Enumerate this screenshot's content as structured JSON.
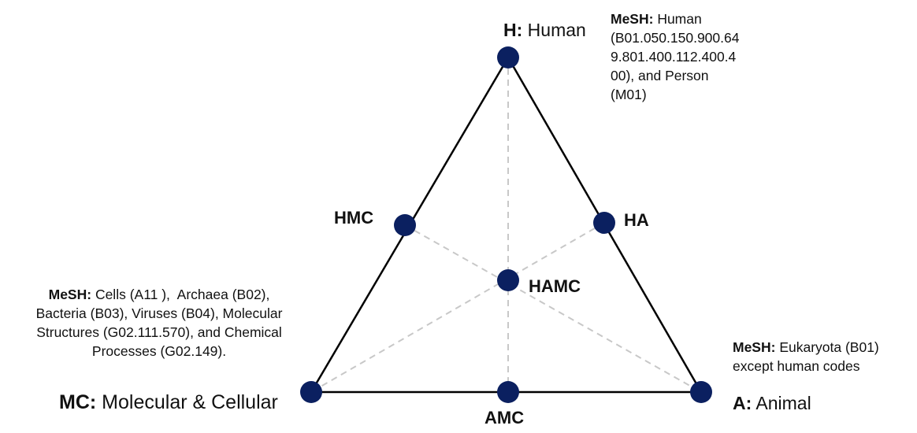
{
  "vertices": {
    "human": {
      "abbr": "H:",
      "name": "Human"
    },
    "animal": {
      "abbr": "A:",
      "name": "Animal"
    },
    "molecular_cellular": {
      "abbr": "MC:",
      "name": "Molecular & Cellular"
    }
  },
  "midpoints": {
    "hmc": "HMC",
    "ha": "HA",
    "amc": "AMC",
    "hamc": "HAMC"
  },
  "notes": {
    "human": {
      "key": "MeSH:",
      "lines": [
        " Human",
        "(B01.050.150.900.64",
        "9.801.400.112.400.4",
        "00), and Person",
        "(M01)"
      ]
    },
    "molecular_cellular": {
      "key": "MeSH:",
      "lines": [
        " Cells (A11 ),  Archaea (B02),",
        "Bacteria (B03), Viruses (B04), Molecular",
        "Structures (G02.111.570), and Chemical",
        "Processes (G02.149)."
      ]
    },
    "animal": {
      "key": "MeSH:",
      "lines": [
        " Eukaryota (B01)",
        "except human codes"
      ]
    }
  },
  "colors": {
    "node_fill": "#0b2060",
    "edge": "#000000",
    "dashed": "#c8c8c8"
  }
}
